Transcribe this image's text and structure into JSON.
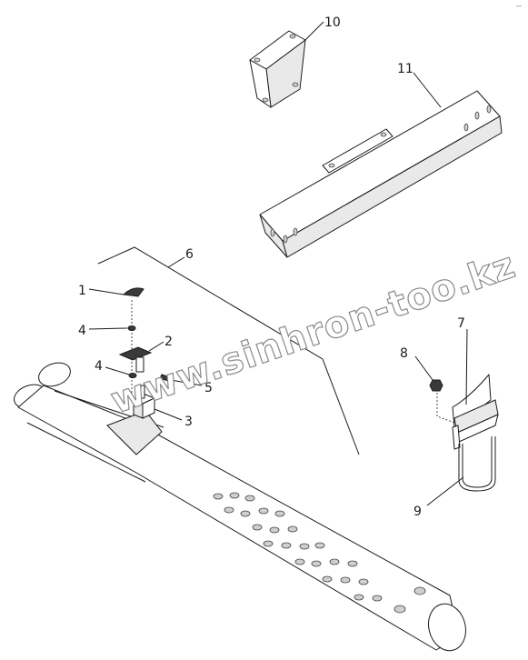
{
  "diagram": {
    "callouts": [
      {
        "id": "1",
        "text": "1"
      },
      {
        "id": "2",
        "text": "2"
      },
      {
        "id": "3",
        "text": "3"
      },
      {
        "id": "4a",
        "text": "4"
      },
      {
        "id": "4b",
        "text": "4"
      },
      {
        "id": "5",
        "text": "5"
      },
      {
        "id": "6",
        "text": "6"
      },
      {
        "id": "7",
        "text": "7"
      },
      {
        "id": "8",
        "text": "8"
      },
      {
        "id": "9",
        "text": "9"
      },
      {
        "id": "10",
        "text": "10"
      },
      {
        "id": "11",
        "text": "11"
      }
    ],
    "corner_mark": "--",
    "watermark": "www.sinhron-too.kz"
  }
}
